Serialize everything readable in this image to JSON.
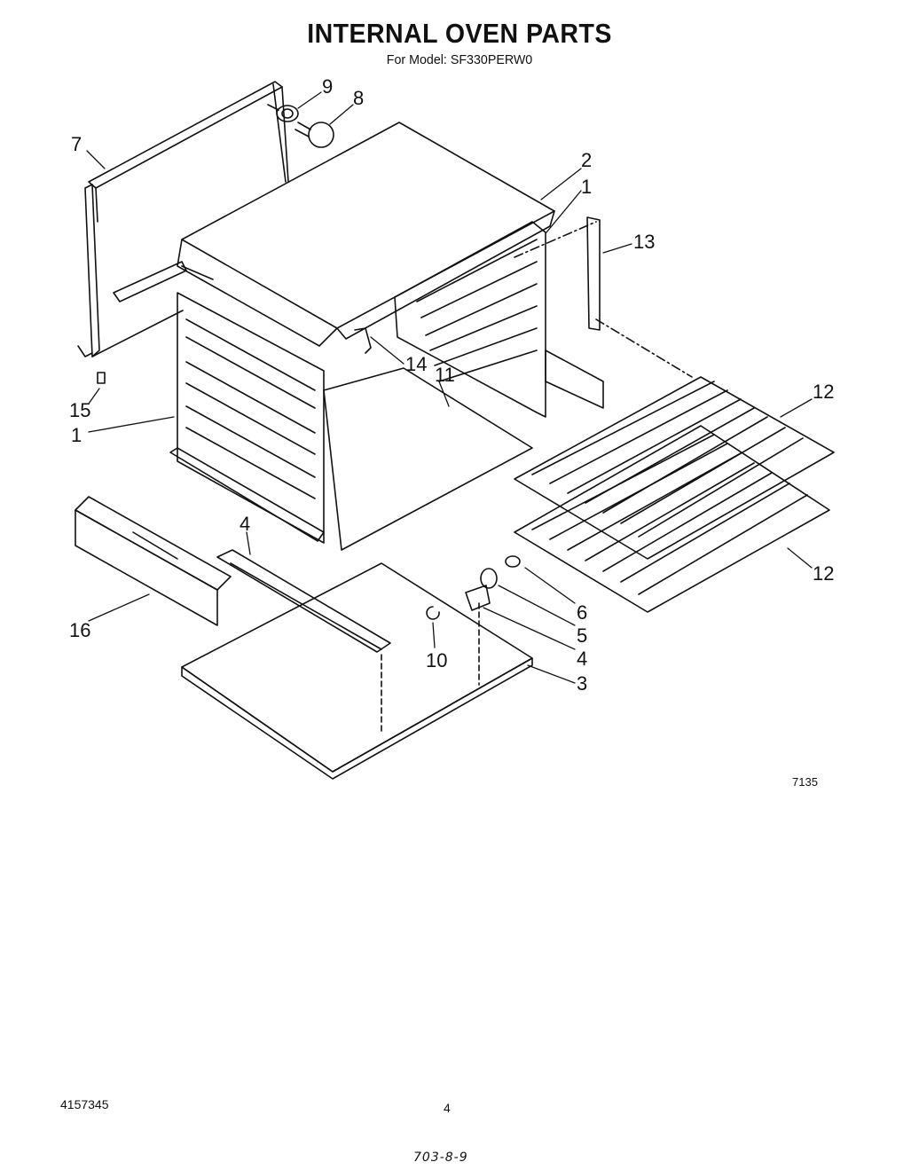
{
  "header": {
    "title": "INTERNAL OVEN PARTS",
    "subtitle": "For Model: SF330PERW0"
  },
  "callouts": [
    {
      "id": "c9",
      "text": "9"
    },
    {
      "id": "c8",
      "text": "8"
    },
    {
      "id": "c7",
      "text": "7"
    },
    {
      "id": "c2",
      "text": "2"
    },
    {
      "id": "c1a",
      "text": "1"
    },
    {
      "id": "c13",
      "text": "13"
    },
    {
      "id": "c12a",
      "text": "12"
    },
    {
      "id": "c14",
      "text": "14"
    },
    {
      "id": "c11",
      "text": "11"
    },
    {
      "id": "c15",
      "text": "15"
    },
    {
      "id": "c1b",
      "text": "1"
    },
    {
      "id": "c4a",
      "text": "4"
    },
    {
      "id": "c12b",
      "text": "12"
    },
    {
      "id": "c6",
      "text": "6"
    },
    {
      "id": "c5",
      "text": "5"
    },
    {
      "id": "c4b",
      "text": "4"
    },
    {
      "id": "c3",
      "text": "3"
    },
    {
      "id": "c16",
      "text": "16"
    },
    {
      "id": "c10",
      "text": "10"
    }
  ],
  "figure_number": "7135",
  "footer": {
    "part_number": "4157345",
    "page_number": "4",
    "handwritten_note": "703-8-9"
  }
}
